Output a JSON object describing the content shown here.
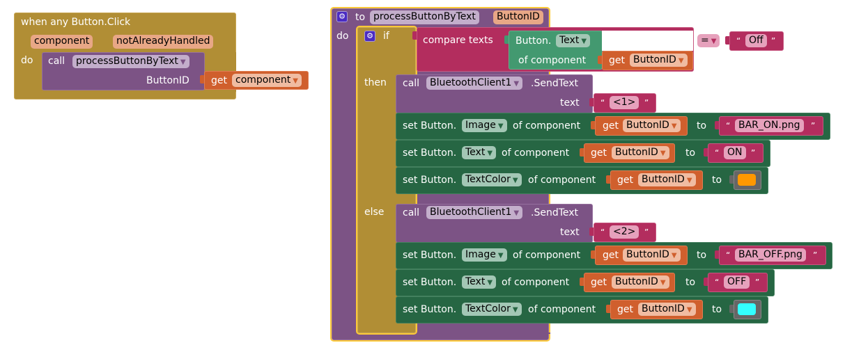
{
  "event_block": {
    "title": "when any Button.Click",
    "params": [
      "component",
      "notAlreadyHandled"
    ],
    "do_label": "do",
    "call": {
      "keyword": "call",
      "procedure": "processButtonByText",
      "arg_label": "ButtonID",
      "arg_get": "get",
      "arg_var": "component"
    }
  },
  "procedure_block": {
    "to_label": "to",
    "name": "processButtonByText",
    "param": "ButtonID",
    "do_label": "do",
    "if_block": {
      "if_label": "if",
      "then_label": "then",
      "else_label": "else",
      "condition": {
        "compare_label": "compare texts",
        "getter_prefix": "Button.",
        "getter_property": "Text",
        "getter_of_component": "of component",
        "get_label": "get",
        "get_var": "ButtonID",
        "operator": "=",
        "string_value": "Off"
      },
      "then_statements": {
        "send": {
          "call_label": "call",
          "component": "BluetoothClient1",
          "method": ".SendText",
          "arg_label": "text",
          "value": "<1>"
        },
        "setters": [
          {
            "prefix": "set Button.",
            "property": "Image",
            "of_component": "of component",
            "get": "get",
            "var": "ButtonID",
            "to": "to",
            "value_type": "string",
            "value": "BAR_ON.png"
          },
          {
            "prefix": "set Button.",
            "property": "Text",
            "of_component": "of component",
            "get": "get",
            "var": "ButtonID",
            "to": "to",
            "value_type": "string",
            "value": "ON"
          },
          {
            "prefix": "set Button.",
            "property": "TextColor",
            "of_component": "of component",
            "get": "get",
            "var": "ButtonID",
            "to": "to",
            "value_type": "color",
            "value": "#ff9800"
          }
        ]
      },
      "else_statements": {
        "send": {
          "call_label": "call",
          "component": "BluetoothClient1",
          "method": ".SendText",
          "arg_label": "text",
          "value": "<2>"
        },
        "setters": [
          {
            "prefix": "set Button.",
            "property": "Image",
            "of_component": "of component",
            "get": "get",
            "var": "ButtonID",
            "to": "to",
            "value_type": "string",
            "value": "BAR_OFF.png"
          },
          {
            "prefix": "set Button.",
            "property": "Text",
            "of_component": "of component",
            "get": "get",
            "var": "ButtonID",
            "to": "to",
            "value_type": "string",
            "value": "OFF"
          },
          {
            "prefix": "set Button.",
            "property": "TextColor",
            "of_component": "of component",
            "get": "get",
            "var": "ButtonID",
            "to": "to",
            "value_type": "color",
            "value": "#33ffff"
          }
        ]
      }
    }
  },
  "icons": {
    "mutator": "gear-icon",
    "dropdown": "triangle-down-icon",
    "quote_open": "“",
    "quote_close": "”",
    "arrow": "▾"
  }
}
